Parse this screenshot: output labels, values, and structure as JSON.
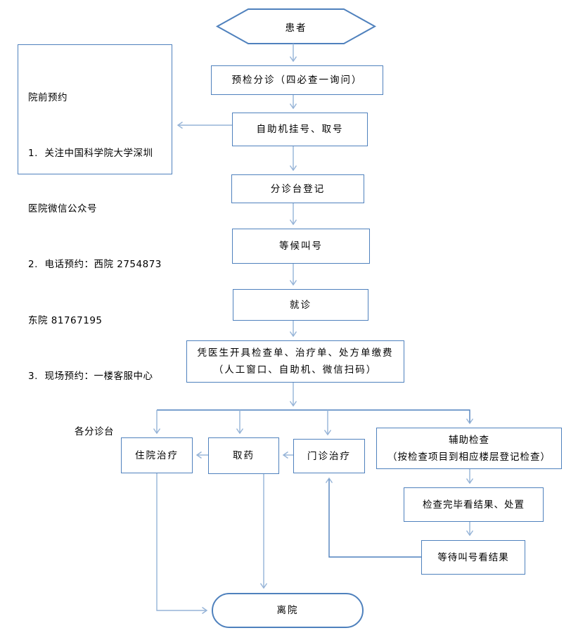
{
  "diagram_type": "flowchart",
  "language": "zh-CN",
  "colors": {
    "node_border": "#4f81bd",
    "connector_strong": "#4f81bd",
    "connector_light": "#95b3d7",
    "text": "#000000",
    "background": "#ffffff"
  },
  "nodes": {
    "patient": {
      "shape": "hexagon",
      "label": "患者"
    },
    "triage": {
      "shape": "rect",
      "label": "预检分诊（四必查一询问）"
    },
    "self_machine": {
      "shape": "rect",
      "label": "自助机挂号、取号"
    },
    "register": {
      "shape": "rect",
      "label": "分诊台登记"
    },
    "wait_call": {
      "shape": "rect",
      "label": "等候叫号"
    },
    "consult": {
      "shape": "rect",
      "label": "就诊"
    },
    "pay": {
      "shape": "rect",
      "line1": "凭医生开具检查单、治疗单、处方单缴费",
      "line2": "（人工窗口、自助机、微信扫码）"
    },
    "inpatient": {
      "shape": "rect",
      "label": "住院治疗"
    },
    "pharmacy": {
      "shape": "rect",
      "label": "取药"
    },
    "outpatient": {
      "shape": "rect",
      "label": "门诊治疗"
    },
    "aux_exam": {
      "shape": "rect",
      "line1": "辅助检查",
      "line2": "（按检查项目到相应楼层登记检查）"
    },
    "exam_result": {
      "shape": "rect",
      "label": "检查完毕看结果、处置"
    },
    "wait_result": {
      "shape": "rect",
      "label": "等待叫号看结果"
    },
    "leave": {
      "shape": "stadium",
      "label": "离院"
    }
  },
  "note": {
    "lines": [
      "院前预约",
      "1.  关注中国科学院大学深圳",
      "医院微信公众号",
      "2.  电话预约：西院 2754873",
      "东院 81767195",
      "3.  现场预约：一楼客服中心",
      "各分诊台"
    ]
  },
  "edges": [
    {
      "from": "patient",
      "to": "triage"
    },
    {
      "from": "triage",
      "to": "self_machine"
    },
    {
      "from": "self_machine",
      "to": "pre_appointment_note",
      "type": "annotation"
    },
    {
      "from": "self_machine",
      "to": "register"
    },
    {
      "from": "register",
      "to": "wait_call"
    },
    {
      "from": "wait_call",
      "to": "consult"
    },
    {
      "from": "consult",
      "to": "pay"
    },
    {
      "from": "pay",
      "to": "inpatient"
    },
    {
      "from": "pay",
      "to": "pharmacy"
    },
    {
      "from": "pay",
      "to": "outpatient"
    },
    {
      "from": "pay",
      "to": "aux_exam"
    },
    {
      "from": "pharmacy",
      "to": "inpatient"
    },
    {
      "from": "outpatient",
      "to": "pharmacy"
    },
    {
      "from": "aux_exam",
      "to": "exam_result"
    },
    {
      "from": "exam_result",
      "to": "wait_result"
    },
    {
      "from": "wait_result",
      "to": "outpatient"
    },
    {
      "from": "inpatient",
      "to": "leave"
    },
    {
      "from": "pharmacy",
      "to": "leave"
    }
  ]
}
